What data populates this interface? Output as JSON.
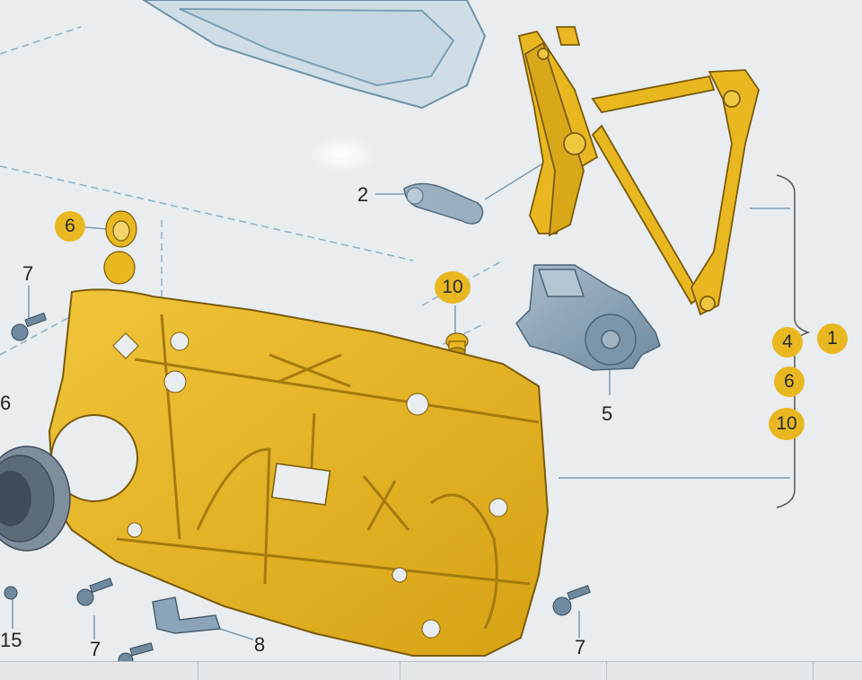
{
  "diagram": {
    "callouts": {
      "c1": "1",
      "c2": "2",
      "c4": "4",
      "c5": "5",
      "c6a": "6",
      "c6b": "6",
      "c6c": "6",
      "c7a": "7",
      "c7b": "7",
      "c7c": "7",
      "c8": "8",
      "c10a": "10",
      "c10b": "10",
      "c15": "15"
    },
    "colors": {
      "highlight": "#e9b820",
      "panel": "#e3b21e",
      "motor": "#8aa3b8",
      "line": "#7aa0b4"
    }
  }
}
